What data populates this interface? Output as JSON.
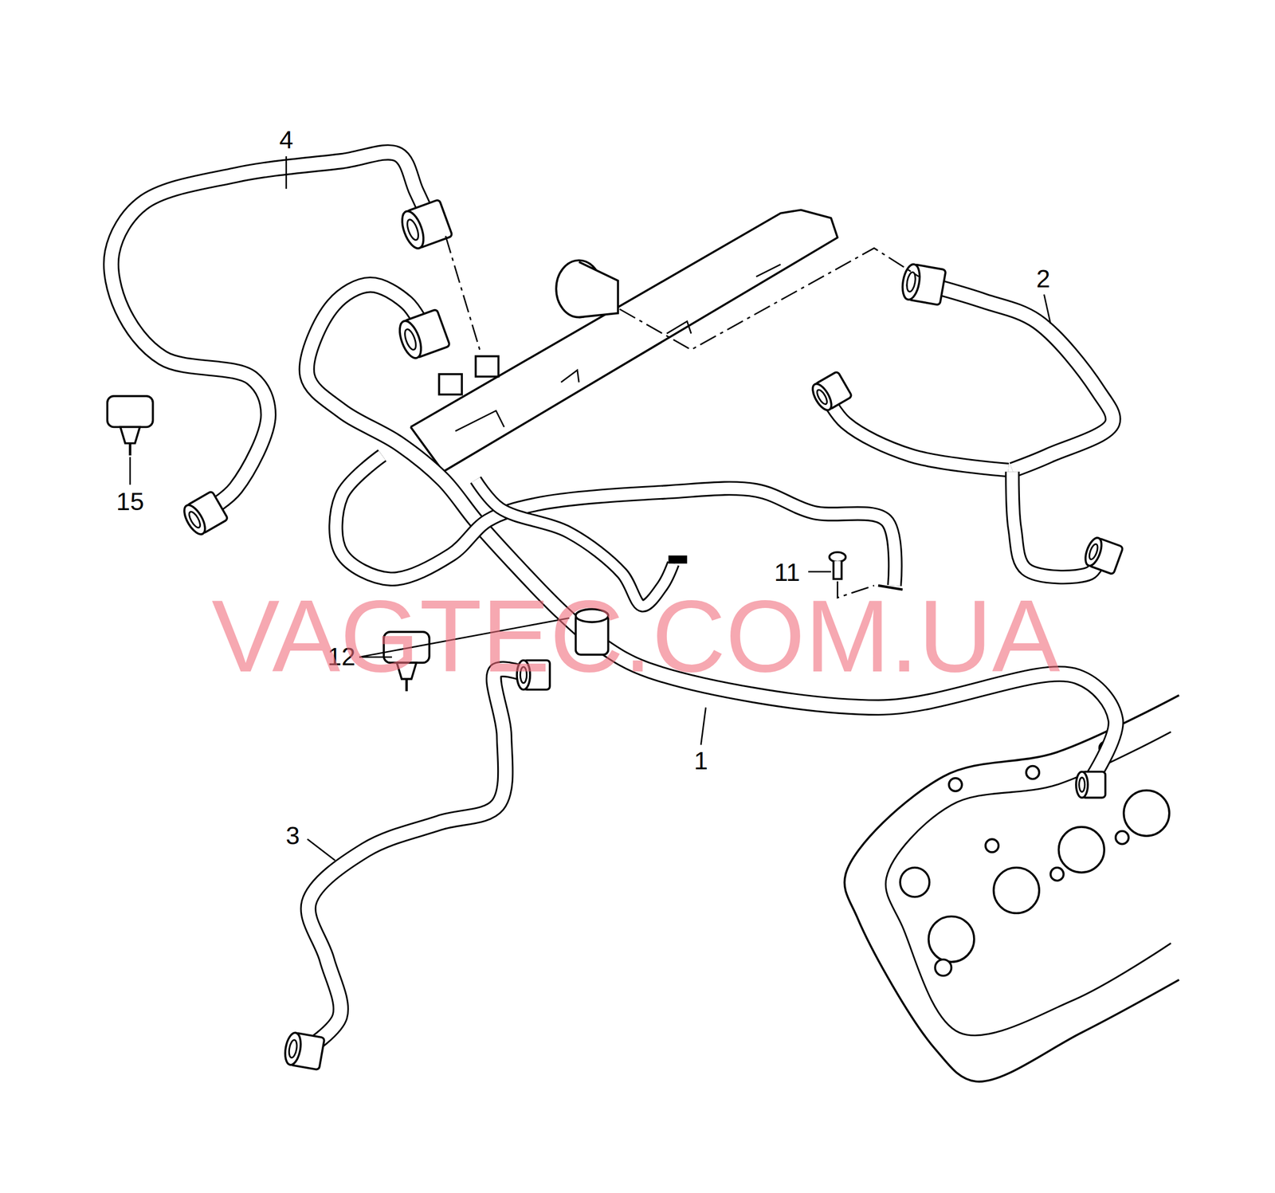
{
  "diagram": {
    "labels": [
      "4",
      "2",
      "15",
      "11",
      "12",
      "1",
      "3",
      "VAGTEC.COM.UA"
    ]
  }
}
